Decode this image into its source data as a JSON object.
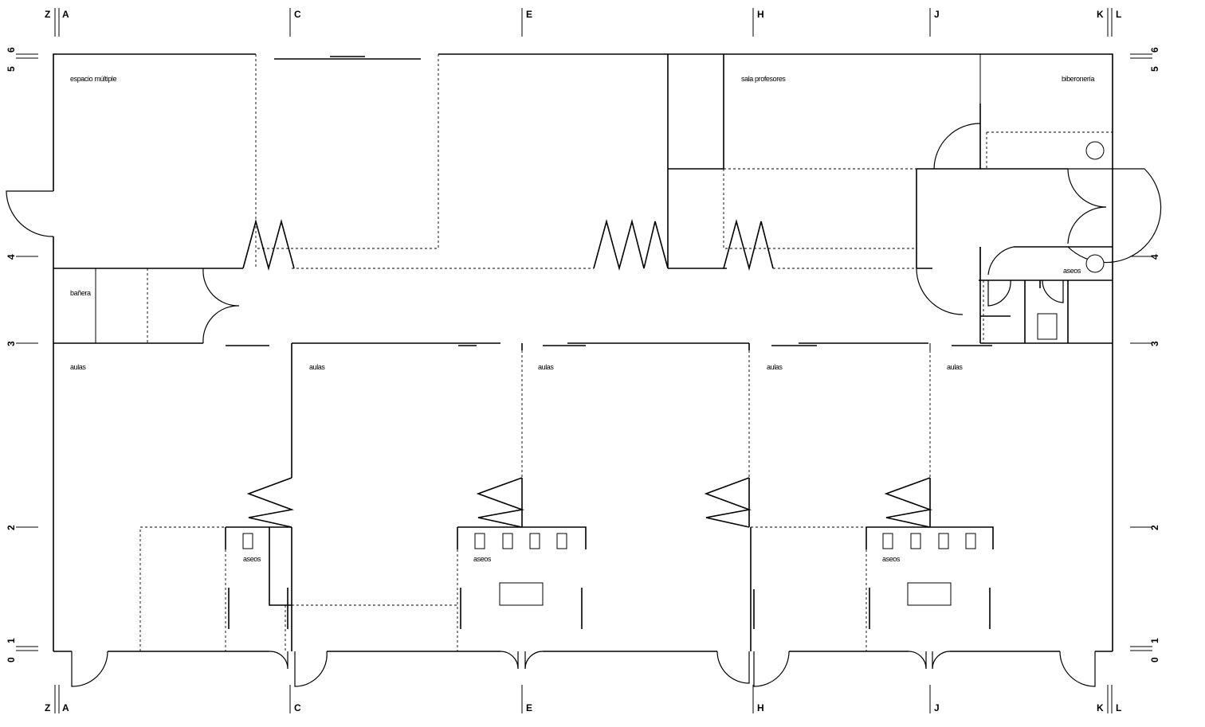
{
  "grid": {
    "columns": [
      "Z",
      "A",
      "C",
      "E",
      "H",
      "J",
      "K",
      "L"
    ],
    "rows": [
      "0",
      "1",
      "2",
      "3",
      "4",
      "5",
      "6"
    ]
  },
  "rooms": {
    "espacio_multiple": "espacio múltiple",
    "sala_profesores": "sala profesores",
    "biberoneria": "biberonería",
    "banera": "bañera",
    "aseos": "aseos",
    "aulas": "aulas"
  }
}
